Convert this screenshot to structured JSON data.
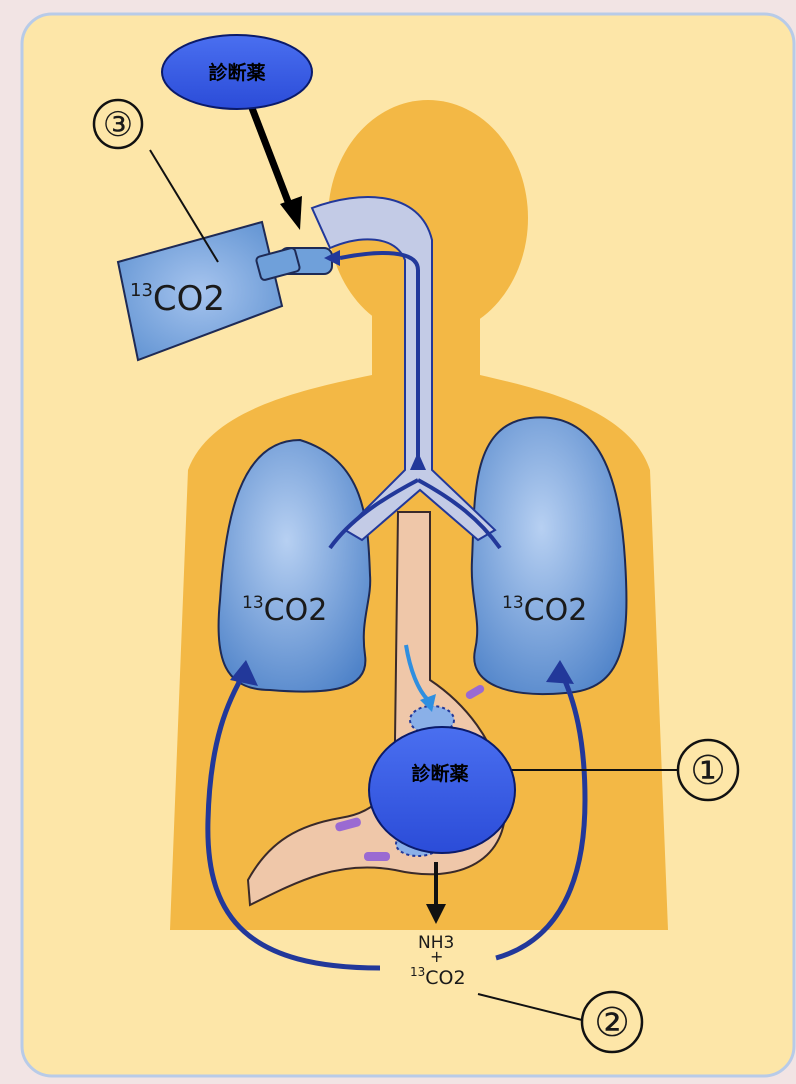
{
  "diagram": {
    "drug_label_top": "診断薬",
    "drug_label_stomach": "診断薬",
    "num_1": "①",
    "num_2": "②",
    "num_3": "③",
    "bag_label": {
      "mass": "13",
      "formula": "CO2"
    },
    "lung_left_label": {
      "mass": "13",
      "formula": "CO2"
    },
    "lung_right_label": {
      "mass": "13",
      "formula": "CO2"
    },
    "products": {
      "nh3": "NH3",
      "plus": "+",
      "mass": "13",
      "formula": "CO2"
    }
  },
  "colors": {
    "background": "#fde6a8",
    "body": "#f3b845",
    "lungs": "#6fa0da",
    "airway": "#c3cbe6",
    "stomach": "#efc7a9",
    "arrow_blue": "#22389a",
    "ellipse_fill": "#3a5ee8"
  }
}
